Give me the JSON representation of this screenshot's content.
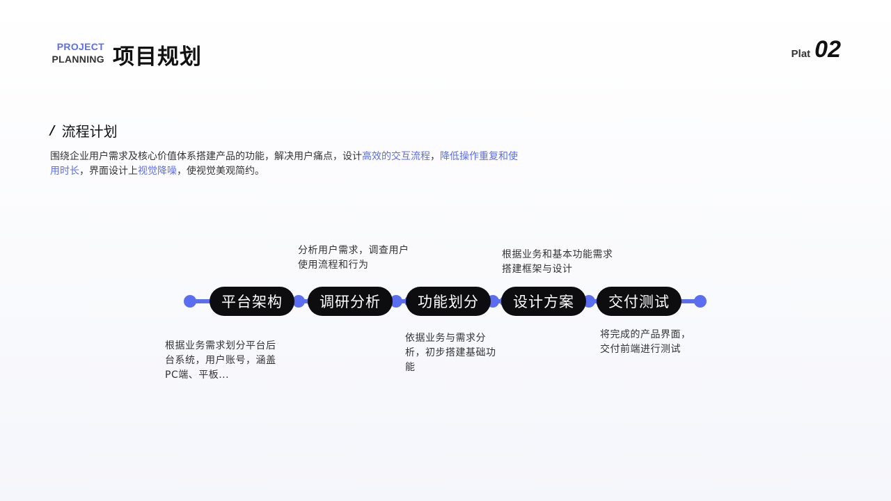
{
  "header": {
    "brand_top": "PROJECT",
    "brand_bottom": "PLANNING",
    "title": "项目规划",
    "plat_label": "Plat",
    "plat_number": "02"
  },
  "section": {
    "slash": "/",
    "title": "流程计划",
    "desc_part1": "围绕企业用户需求及核心价值体系搭建产品的功能，解决用户痛点，设计",
    "desc_hl1": "高效的交互流程",
    "desc_part2": "，",
    "desc_hl2": "降低操作重复和使用时长",
    "desc_part3": "，界面设计上",
    "desc_hl3": "视觉降噪",
    "desc_part4": "，使视觉美观简约。"
  },
  "steps": [
    {
      "label": "平台架构",
      "note": "根据业务需求划分平台后台系统，用户账号，涵盖PC端、平板..."
    },
    {
      "label": "调研分析",
      "note": "分析用户需求，调查用户使用流程和行为"
    },
    {
      "label": "功能划分",
      "note": "依据业务与需求分析，初步搭建基础功能"
    },
    {
      "label": "设计方案",
      "note": "根据业务和基本功能需求搭建框架与设计"
    },
    {
      "label": "交付测试",
      "note": "将完成的产品界面，交付前端进行测试"
    }
  ],
  "colors": {
    "accent": "#5b6ef0",
    "pill": "#0d0d0f"
  }
}
